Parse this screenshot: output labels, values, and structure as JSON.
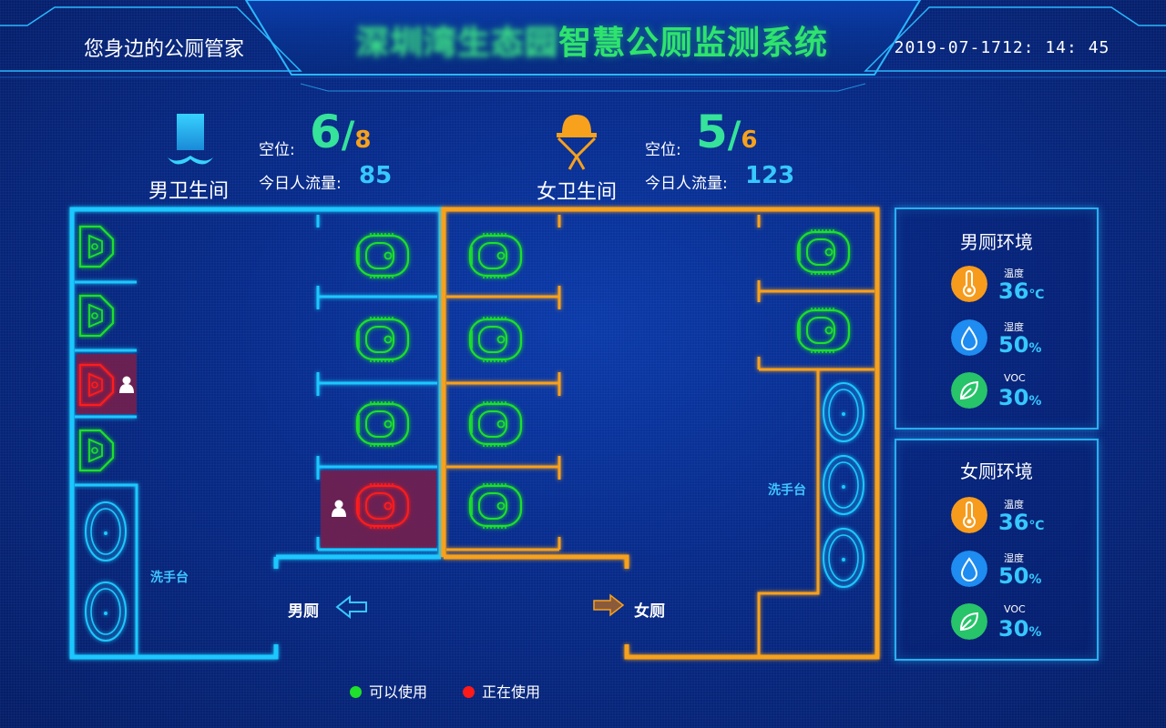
{
  "header": {
    "tagline": "您身边的公厕管家",
    "title_obscured": "深圳湾生态园",
    "title": "智慧公厕监测系统",
    "datetime": "2019-07-1712: 14: 45"
  },
  "male": {
    "label": "男卫生间",
    "vacancy_label": "空位:",
    "vacant": "6",
    "slash": "/",
    "total": "8",
    "flow_label": "今日人流量:",
    "flow": "85",
    "icon": "male-restroom-icon"
  },
  "female": {
    "label": "女卫生间",
    "vacancy_label": "空位:",
    "vacant": "5",
    "slash": "/",
    "total": "6",
    "flow_label": "今日人流量:",
    "flow": "123",
    "icon": "female-restroom-icon"
  },
  "plan": {
    "male_room": "男厕",
    "female_room": "女厕",
    "male_sink": "洗手台",
    "female_sink": "洗手台"
  },
  "env_male": {
    "title": "男厕环境",
    "temp_label": "温度",
    "temp_value": "36",
    "temp_unit": "℃",
    "hum_label": "湿度",
    "hum_value": "50",
    "hum_unit": "%",
    "voc_label": "VOC",
    "voc_value": "30",
    "voc_unit": "%"
  },
  "env_female": {
    "title": "女厕环境",
    "temp_label": "温度",
    "temp_value": "36",
    "temp_unit": "℃",
    "hum_label": "湿度",
    "hum_value": "50",
    "hum_unit": "%",
    "voc_label": "VOC",
    "voc_value": "30",
    "voc_unit": "%"
  },
  "legend": {
    "available": "可以使用",
    "in_use": "正在使用"
  },
  "colors": {
    "male_wall": "#1ec8ff",
    "female_wall": "#f7a11c",
    "available": "#1fe02a",
    "in_use": "#ff1a1a"
  }
}
